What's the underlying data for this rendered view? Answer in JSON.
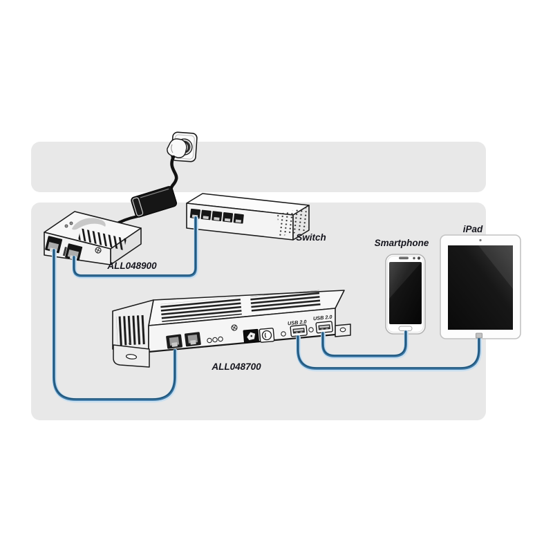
{
  "diagram": {
    "labels": {
      "injector": "ALL048900",
      "switch": "Switch",
      "usb_server": "ALL048700",
      "smartphone": "Smartphone",
      "tablet": "iPad",
      "usb_ports": [
        "USB 2.0",
        "USB 2.0"
      ]
    },
    "colors": {
      "page_background": "#ffffff",
      "panel": "#e8e8e8",
      "outline": "#1a1a1a",
      "cable_light": "#c9dff0",
      "cable_mid": "#3b78a6",
      "cable_dark": "#1d4f70",
      "label_text": "#15151d"
    }
  }
}
